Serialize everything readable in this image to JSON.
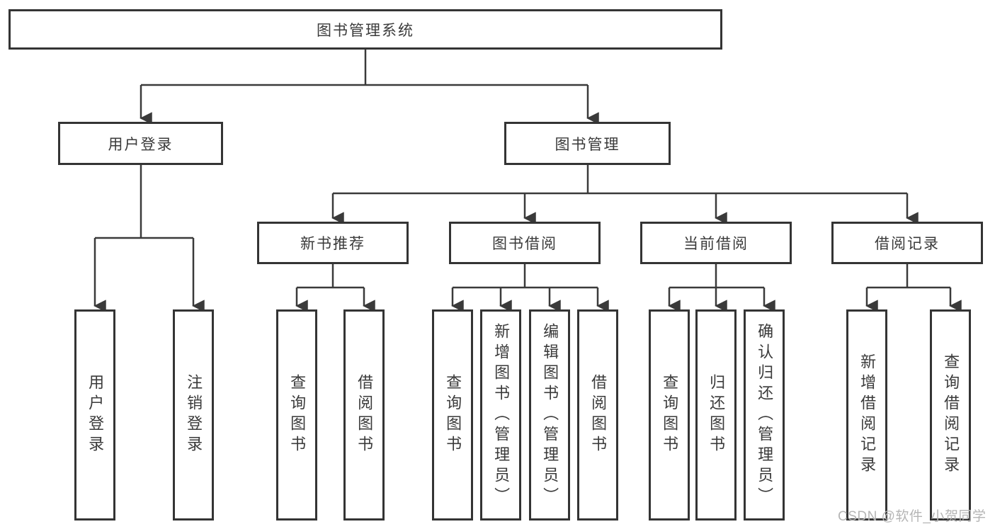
{
  "tree": {
    "root": {
      "label": "图书管理系统"
    },
    "branches": [
      {
        "label": "用户登录",
        "children": [
          {
            "label": "用户登录"
          },
          {
            "label": "注销登录"
          }
        ]
      },
      {
        "label": "图书管理",
        "groups": [
          {
            "label": "新书推荐",
            "children": [
              {
                "label": "查询图书"
              },
              {
                "label": "借阅图书"
              }
            ]
          },
          {
            "label": "图书借阅",
            "children": [
              {
                "label": "查询图书"
              },
              {
                "label": "新增图书（管理员）"
              },
              {
                "label": "编辑图书（管理员）"
              },
              {
                "label": "借阅图书"
              }
            ]
          },
          {
            "label": "当前借阅",
            "children": [
              {
                "label": "查询图书"
              },
              {
                "label": "归还图书"
              },
              {
                "label": "确认归还（管理员）"
              }
            ]
          },
          {
            "label": "借阅记录",
            "children": [
              {
                "label": "新增借阅记录"
              },
              {
                "label": "查询借阅记录"
              }
            ]
          }
        ]
      }
    ]
  },
  "watermark": {
    "text": "CSDN @软件_小贺同学"
  },
  "colors": {
    "line": "#3a3a3a",
    "box_border": "#343434",
    "text": "#3a3a3a",
    "watermark": "#b5b5b5",
    "background": "#ffffff"
  }
}
